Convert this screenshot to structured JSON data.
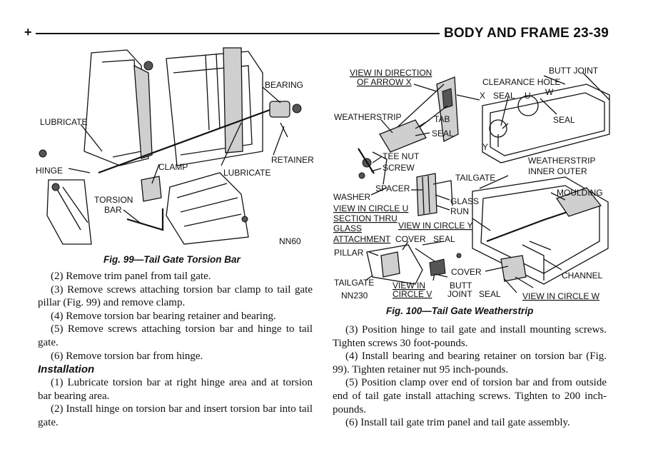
{
  "header": {
    "plus": "+",
    "title": "BODY AND FRAME   23-39"
  },
  "fig99": {
    "labels": {
      "bearing": "BEARING",
      "lubricate_left": "LUBRICATE",
      "retainer": "RETAINER",
      "hinge": "HINGE",
      "clamp": "CLAMP",
      "lubricate_mid": "LUBRICATE",
      "torsion": "TORSION",
      "bar": "BAR",
      "code": "NN60"
    },
    "caption": "Fig. 99—Tail Gate Torsion Bar"
  },
  "fig100": {
    "labels": {
      "view_direction": "VIEW IN DIRECTION",
      "of_arrow": "OF ARROW X",
      "butt_joint": "BUTT JOINT",
      "clearance_hole": "CLEARANCE HOLE",
      "x": "X",
      "seal_top": "SEAL",
      "u": "U",
      "w": "W",
      "weatherstrip_left": "WEATHERSTRIP",
      "tab": "TAB",
      "seal_right": "SEAL",
      "seal_left": "SEAL",
      "y": "Y",
      "tee_nut": "TEE NUT",
      "screw": "SCREW",
      "weatherstrip_right": "WEATHERSTRIP",
      "inner_outer": "INNER OUTER",
      "tailgate_top": "TAILGATE",
      "spacer": "SPACER",
      "washer": "WASHER",
      "glass": "GLASS",
      "moulding": "MOULDING",
      "view_circle_u": "VIEW IN CIRCLE U",
      "run": "RUN",
      "section_thru": "SECTION THRU",
      "glass_under": "GLASS",
      "view_circle_y": "VIEW IN CIRCLE Y",
      "attachment": "ATTACHMENT",
      "cover_top": "COVER",
      "seal_mid": "SEAL",
      "pillar": "PILLAR",
      "cover_bottom": "COVER",
      "channel": "CHANNEL",
      "tailgate_bottom": "TAILGATE",
      "view_circle_v_1": "VIEW IN",
      "view_circle_v_2": "CIRCLE V",
      "butt_joint_1": "BUTT",
      "butt_joint_2": "JOINT",
      "seal_bottom": "SEAL",
      "view_circle_w": "VIEW IN CIRCLE W",
      "code": "NN230"
    },
    "caption": "Fig. 100—Tail Gate Weatherstrip"
  },
  "left_text": {
    "steps": [
      "(2) Remove trim panel from tail gate.",
      "(3) Remove screws attaching torsion bar clamp to tail gate pillar (Fig. 99) and remove clamp.",
      "(4) Remove torsion bar bearing retainer and bearing.",
      "(5) Remove screws attaching torsion bar and hinge to tail gate.",
      "(6) Remove torsion bar from hinge."
    ],
    "heading": "Installation",
    "install_steps": [
      "(1) Lubricate torsion bar at right hinge area and at torsion bar bearing area.",
      "(2) Install hinge on torsion bar and insert torsion bar into tail gate."
    ]
  },
  "right_text": {
    "steps": [
      "(3) Position hinge to tail gate and install mounting screws. Tighten screws 30 foot-pounds.",
      "(4) Install bearing and bearing retainer on torsion bar (Fig. 99). Tighten retainer nut 95 inch-pounds.",
      "(5) Position clamp over end of torsion bar and from outside end of tail gate install attaching screws. Tighten to 200 inch-pounds.",
      "(6) Install tail gate trim panel and tail gate assembly."
    ]
  }
}
